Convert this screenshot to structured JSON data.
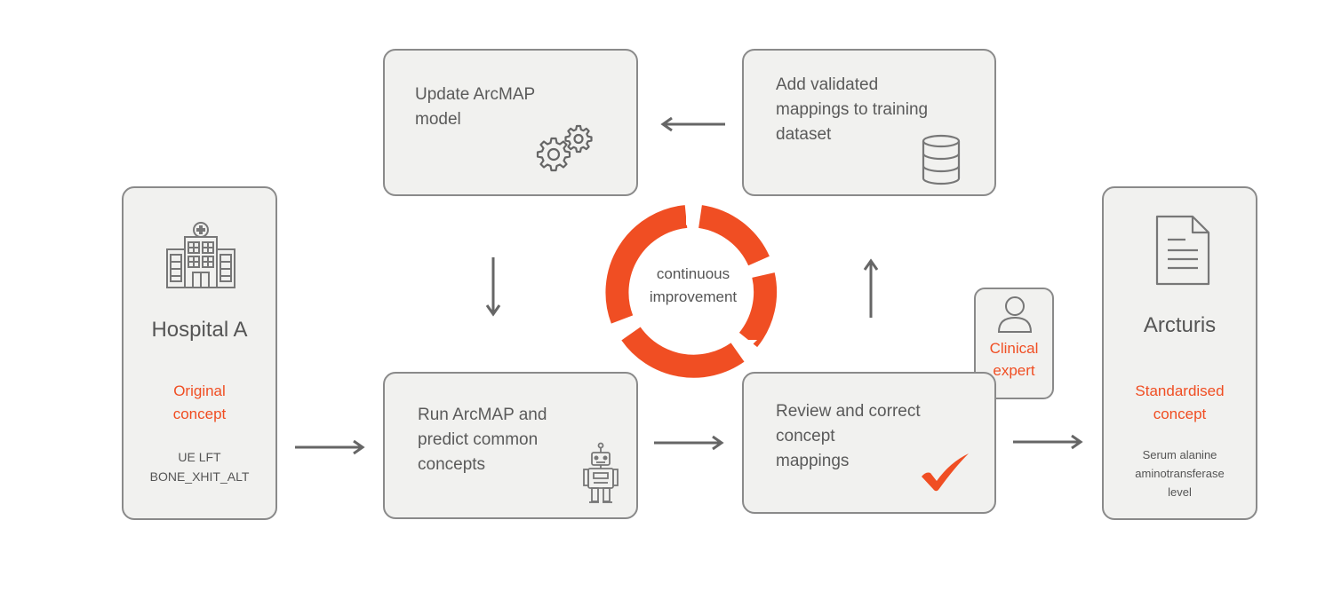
{
  "hospital": {
    "name": "Hospital A",
    "concept_label": "Original\nconcept",
    "concept_value": "UE LFT\nBONE_XHIT_ALT"
  },
  "arcturis": {
    "name": "Arcturis",
    "concept_label": "Standardised\nconcept",
    "concept_value": "Serum alanine\naminotransferase\nlevel"
  },
  "steps": {
    "update_model": "Update ArcMAP\nmodel",
    "add_mappings": "Add validated\nmappings to training\ndataset",
    "run_predict": "Run ArcMAP and\npredict common\nconcepts",
    "review": "Review and correct\nconcept\nmappings"
  },
  "expert": {
    "label": "Clinical\nexpert"
  },
  "cycle": {
    "label": "continuous\nimprovement"
  },
  "icons": {
    "hospital": "hospital-icon",
    "arcturis": "document-icon",
    "update_model": "gears-icon",
    "add_mappings": "database-icon",
    "run_predict": "robot-icon",
    "review": "checkmark-icon",
    "expert": "person-icon"
  },
  "colors": {
    "accent": "#f04e23",
    "box_fill": "#f1f1ef",
    "box_border": "#8a8a8a",
    "text": "#5a5a5a",
    "arrow": "#666666"
  }
}
